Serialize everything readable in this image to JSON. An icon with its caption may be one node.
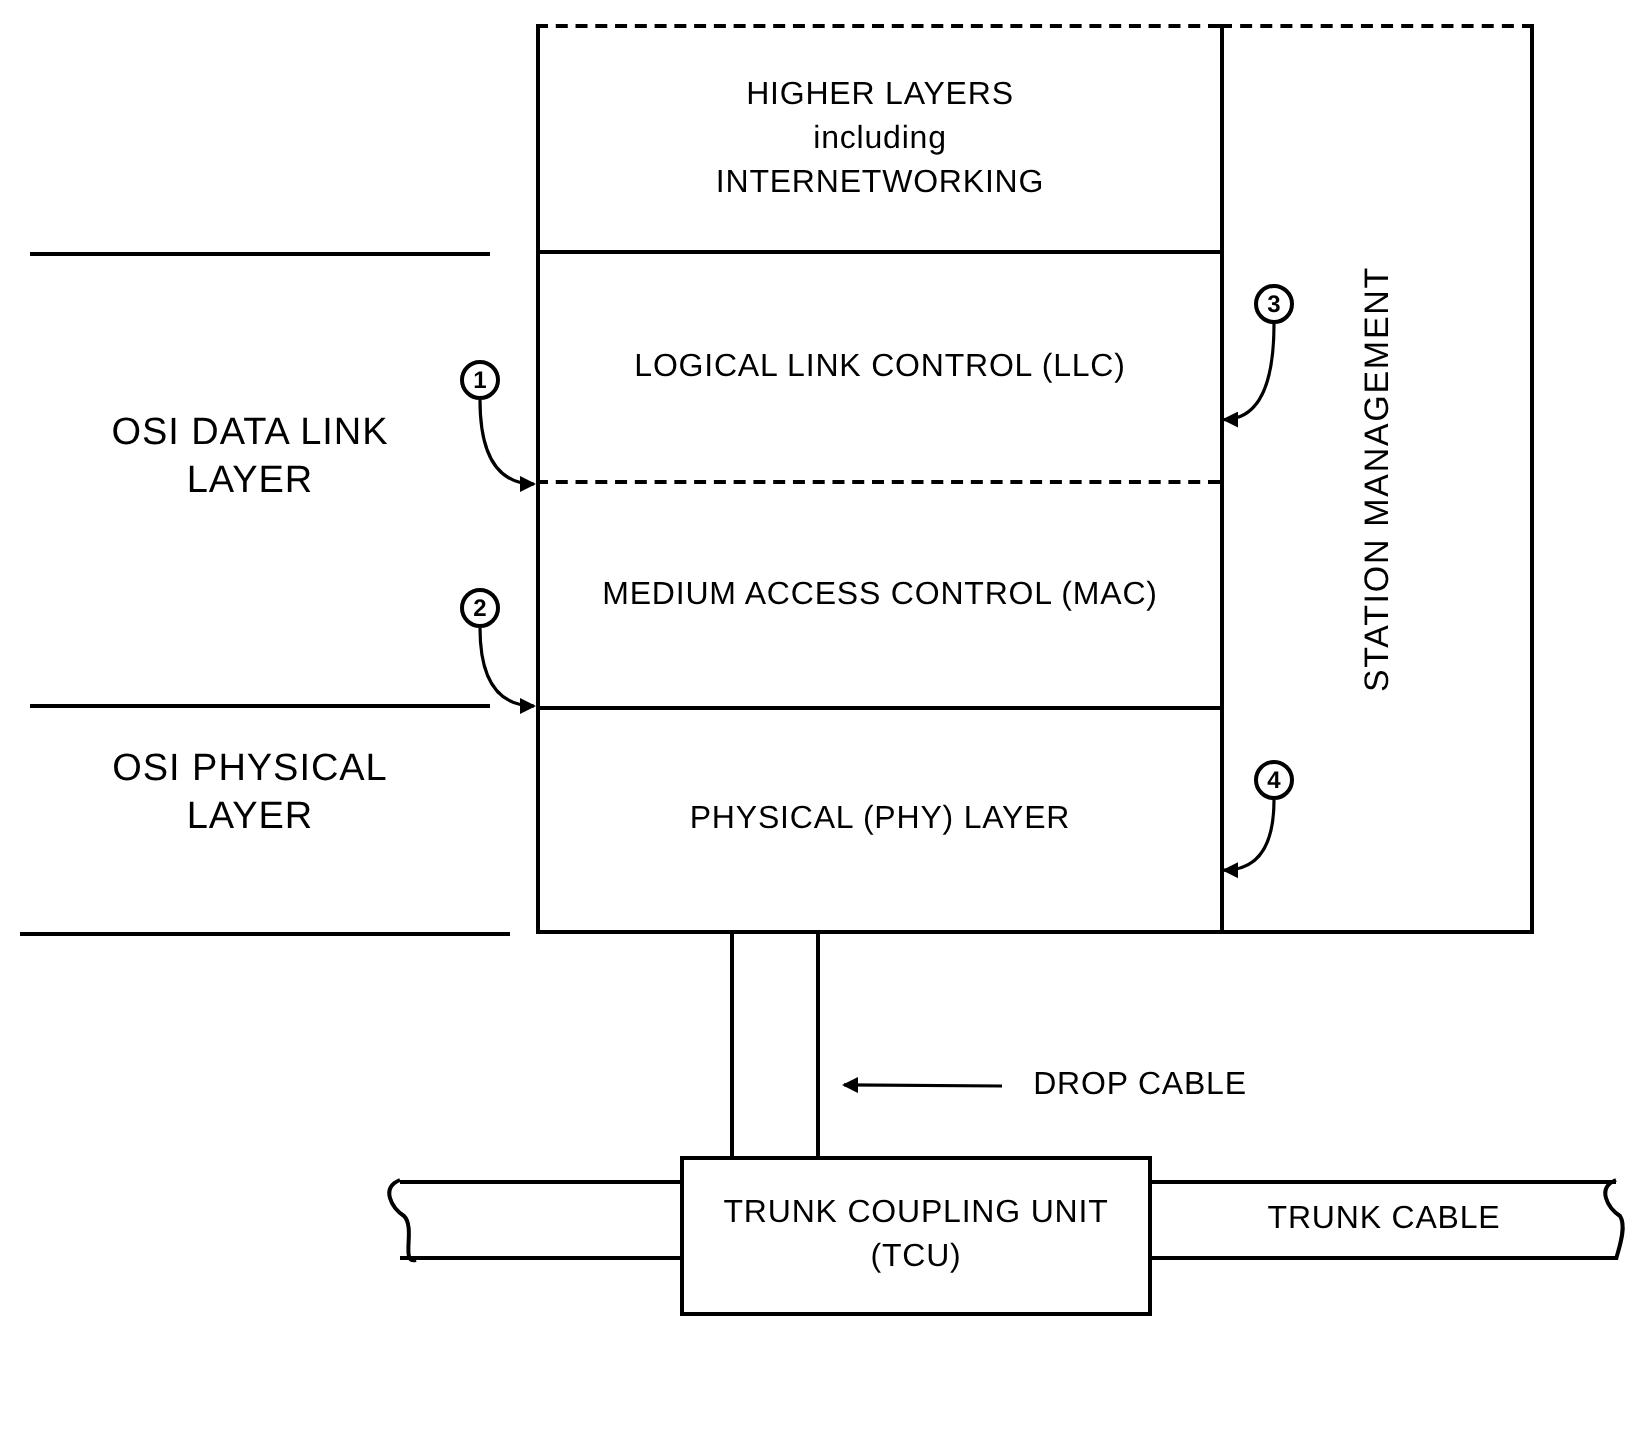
{
  "diagram": {
    "nodes": [
      {
        "text": [
          "HIGHER LAYERS",
          "including",
          "INTERNETWORKING"
        ]
      },
      {
        "text": [
          "STATION MANAGEMENT"
        ]
      },
      {
        "text": [
          "LOGICAL LINK CONTROL (LLC)"
        ]
      },
      {
        "text": [
          "3"
        ],
        "in": 1
      },
      {
        "text": [
          "1"
        ]
      },
      {
        "text": [
          "MEDIUM ACCESS CONTROL (MAC)"
        ]
      },
      {
        "text": [
          "2"
        ]
      },
      {
        "text": [
          "PHYSICAL (PHY) LAYER"
        ]
      },
      {
        "text": [
          "4"
        ],
        "in": 1
      },
      {
        "text": [],
        "shape": "bar"
      },
      {
        "text": [
          "DROP CABLE"
        ]
      },
      {
        "text": [],
        "shape": "bar"
      },
      {
        "text": [
          "TRUNK COUPLING UNIT (TCU)"
        ]
      },
      {
        "text": [
          "TRUNK CABLE"
        ]
      }
    ],
    "edges": [
      {
        "from": 4,
        "to": 5,
        "arrow": "to"
      },
      {
        "from": 6,
        "to": 5,
        "arrow": "to"
      },
      {
        "from": 3,
        "to": 2,
        "arrow": "to"
      },
      {
        "from": 8,
        "to": 7,
        "arrow": "to"
      },
      {
        "from": 10,
        "to": 9,
        "arrow": "to"
      }
    ],
    "labels": [
      "OSI DATA LINK LAYER",
      "OSI PHYSICAL LAYER"
    ]
  }
}
